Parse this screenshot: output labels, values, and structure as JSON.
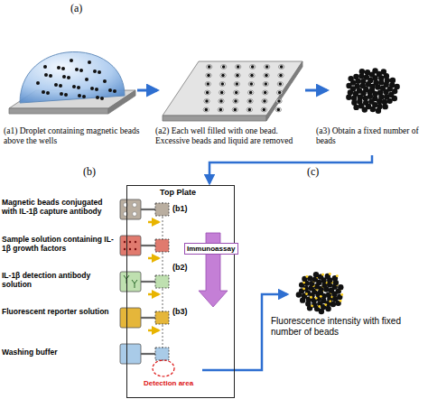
{
  "diagram": {
    "nodes": [
      {
        "text": [
          "Top Plate"
        ]
      },
      {
        "text": [
          "Immunoassay"
        ],
        "in": 0
      },
      {
        "text": [
          "Detection area"
        ],
        "in": 0
      }
    ],
    "labels": [
      "(a)",
      "(a1) Droplet containing magnetic beads above the wells",
      "(a2) Each well filled with one bead. Excessive beads and liquid are removed",
      "(a3) Obtain a fixed number of beads",
      "(b)",
      "Magnetic beads conjugated with IL-1β capture antibody",
      "Sample solution containing IL-1β growth factors",
      "IL-1β detection antibody solution",
      "Fluorescent reporter solution",
      "Washing buffer",
      "(b1)",
      "(b2)",
      "(b3)",
      "(c)",
      "Fluorescence intensity with fixed number of beads"
    ]
  }
}
